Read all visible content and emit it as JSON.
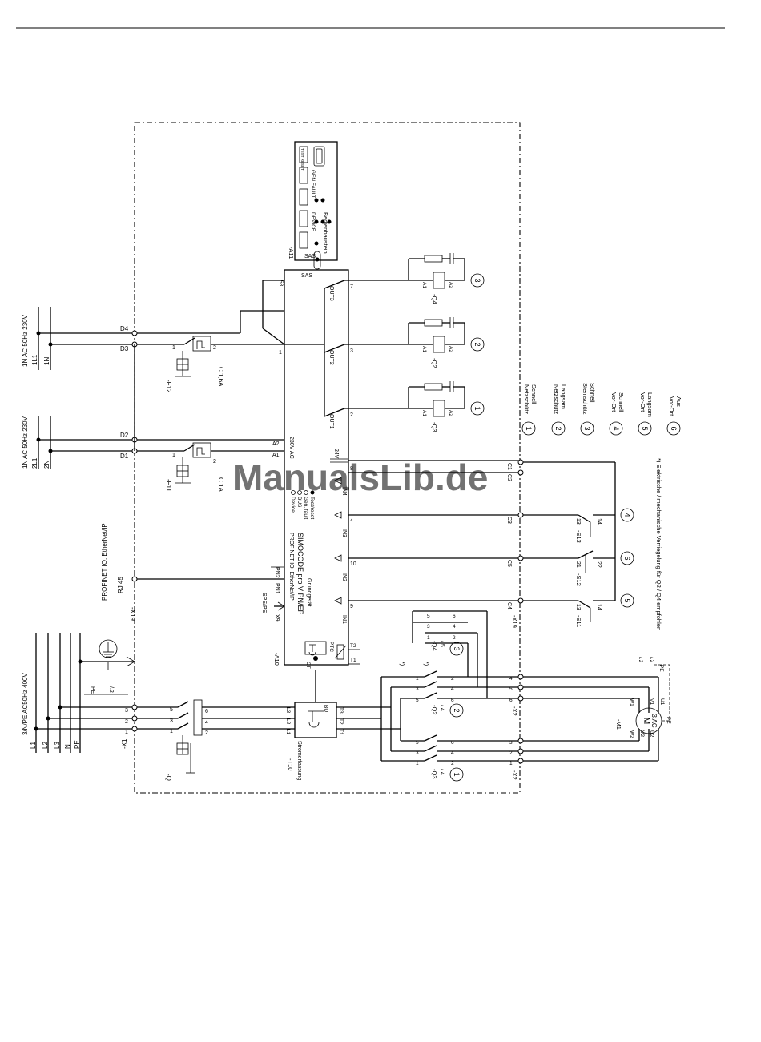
{
  "watermark": "ManualsLib.de",
  "colors": {
    "line": "#000000",
    "watermark": "#8fb7e6",
    "background": "#ffffff"
  },
  "supply": {
    "ac1_top": {
      "title": "1N AC 50Hz 230V",
      "l1": "1L1",
      "n": "1N",
      "d_upper": "D4",
      "d_lower": "D3"
    },
    "ac1_bottom": {
      "title": "1N AC 50Hz 230V",
      "l1": "2L1",
      "n": "2N",
      "d_upper": "D2",
      "d_lower": "D1"
    },
    "main": {
      "title": "3/N/PE AC50Hz 400V",
      "lines": [
        "L1",
        "L2",
        "L3",
        "N",
        "PE"
      ],
      "x1": "-X1",
      "terms": [
        "3",
        "2",
        "1"
      ]
    },
    "profinet": {
      "label": "PROFINET IO, EtherNet/IP",
      "rj": "RJ 45",
      "x19": "-X19"
    },
    "pe_label": "PE",
    "pe_ref": "/.2"
  },
  "fuses": {
    "f12": {
      "tag": "-F12",
      "rating": "C 1,6A",
      "pin_in": "1",
      "pin_out": "2"
    },
    "f11": {
      "tag": "-F11",
      "rating": "C 1A",
      "pin_in": "1",
      "pin_out": "2"
    },
    "q": {
      "tag": "-Q",
      "pins_in": [
        "5",
        "3",
        "1"
      ],
      "pins_out": [
        "6",
        "4",
        "2"
      ]
    }
  },
  "op_panel": {
    "tag": "-A11",
    "name": "Bedienbaustein",
    "sas": "SAS",
    "leds": [
      "GEN FAULT",
      "DEVICE"
    ],
    "buttons": [
      "TEST RESET"
    ]
  },
  "device": {
    "tag": "-A10",
    "name": "SIMOCODE pro V PN/EP",
    "subtitle": "Grundgerät",
    "bus": "PROFINET IO, EtherNet/IP",
    "leds": [
      "Device",
      "BUS",
      "Gen. fault",
      "Test/reset"
    ],
    "supply": "230V AC",
    "a1": "A1",
    "a2": "A2",
    "sas": "SAS",
    "pe": "SPE/PE",
    "pn1": "PN1",
    "pn2": "PN2",
    "x9": "X9",
    "ptc": "PTC",
    "t1": "T1",
    "t2": "T2",
    "ct": "CT",
    "v24": "24V",
    "outs": [
      "OUT1",
      "OUT2",
      "OUT3"
    ],
    "out_pins": [
      "2",
      "3",
      "7"
    ],
    "out_common": "1",
    "sas_pin": "58",
    "ins": [
      "IN1",
      "IN2",
      "IN3",
      "IN4"
    ],
    "in_pins": [
      "9",
      "10",
      "4",
      "8"
    ]
  },
  "contactors": [
    {
      "tag": "-Q3",
      "a1": "A1",
      "a2": "A2",
      "num": "1"
    },
    {
      "tag": "-Q2",
      "a1": "A1",
      "a2": "A2",
      "num": "2"
    },
    {
      "tag": "-Q4",
      "a1": "A1",
      "a2": "A2",
      "num": "3"
    }
  ],
  "x19_terms": [
    "C1",
    "C2",
    "C3",
    "C5",
    "C4"
  ],
  "switches": [
    {
      "tag": "-S13",
      "p1": "13",
      "p2": "14",
      "num": "4"
    },
    {
      "tag": "-S12",
      "p1": "21",
      "p2": "22",
      "num": "6"
    },
    {
      "tag": "-S11",
      "p1": "13",
      "p2": "14",
      "num": "5"
    }
  ],
  "legend": [
    {
      "num": "1",
      "line1": "Netzschütz",
      "line2": "Schnell"
    },
    {
      "num": "2",
      "line1": "Netzschütz",
      "line2": "Langsam"
    },
    {
      "num": "3",
      "line1": "Sternschütz",
      "line2": "Schnell"
    },
    {
      "num": "4",
      "line1": "Vor-Ort",
      "line2": "Schnell"
    },
    {
      "num": "5",
      "line1": "Vor-Ort",
      "line2": "Langsam"
    },
    {
      "num": "6",
      "line1": "Vor-Ort",
      "line2": "Aus"
    }
  ],
  "note": "*) Elektrische / mechanische Verriegelung für Q2 / Q4 empfohlen",
  "current_transformer": {
    "tag": "-T10",
    "name": "Stromerfassung",
    "bu": "BU",
    "ins": [
      "L3",
      "L2",
      "L1"
    ],
    "outs": [
      "T3",
      "T2",
      "T1"
    ]
  },
  "motor_section": {
    "q4": {
      "tag": "-Q4",
      "refs": [
        "/.5"
      ],
      "pins": [
        "5",
        "3",
        "1",
        "6",
        "4",
        "2"
      ],
      "circle": "3",
      "star": "*)"
    },
    "q2": {
      "tag": "-Q2",
      "refs": [
        "/.4"
      ],
      "pins": [
        "1",
        "3",
        "5",
        "2",
        "4",
        "6"
      ],
      "circle": "2",
      "star": "*)"
    },
    "q3": {
      "tag": "-Q3",
      "refs": [
        "/.4"
      ],
      "pins": [
        "5",
        "3",
        "1",
        "6",
        "4",
        "2"
      ],
      "circle": "1"
    },
    "x2_top": {
      "tag": "-X2",
      "terms": [
        "4",
        "5",
        "6"
      ]
    },
    "x2_bottom": {
      "tag": "-X2",
      "terms": [
        "3",
        "2",
        "1"
      ]
    },
    "motor": {
      "tag": "-M1",
      "label": "M",
      "ac": "3 AC",
      "terms": [
        "W1",
        "V1",
        "U1",
        "W2",
        "V2",
        "U2"
      ],
      "pe": "PE",
      "pe_ref": "/.2"
    }
  }
}
